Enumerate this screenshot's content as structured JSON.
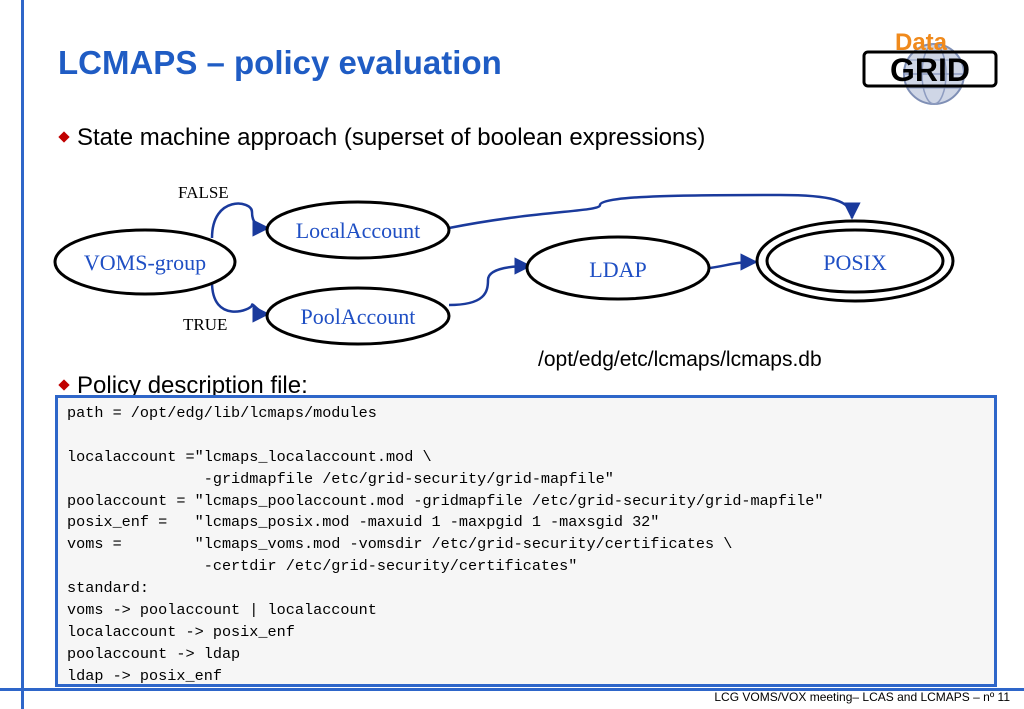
{
  "slide": {
    "title": "LCMAPS – policy evaluation",
    "bullets": [
      "State machine approach (superset of boolean expressions)",
      "Policy description file:"
    ],
    "db_path": "/opt/edg/etc/lcmaps/lcmaps.db",
    "footer": "LCG VOMS/VOX meeting– LCAS and LCMAPS –  nº 11"
  },
  "logo": {
    "top_text": "Data",
    "main_text": "GRID"
  },
  "diagram": {
    "nodes": {
      "voms": "VOMS-group",
      "local": "LocalAccount",
      "pool": "PoolAccount",
      "ldap": "LDAP",
      "posix": "POSIX"
    },
    "labels": {
      "false": "FALSE",
      "true": "TRUE"
    }
  },
  "policy_file": {
    "lines": [
      "path = /opt/edg/lib/lcmaps/modules",
      "",
      "localaccount =\"lcmaps_localaccount.mod \\",
      "               -gridmapfile /etc/grid-security/grid-mapfile\"",
      "poolaccount = \"lcmaps_poolaccount.mod -gridmapfile /etc/grid-security/grid-mapfile\"",
      "posix_enf =   \"lcmaps_posix.mod -maxuid 1 -maxpgid 1 -maxsgid 32\"",
      "voms =        \"lcmaps_voms.mod -vomsdir /etc/grid-security/certificates \\",
      "               -certdir /etc/grid-security/certificates\"",
      "standard:",
      "voms -> poolaccount | localaccount",
      "localaccount -> posix_enf",
      "poolaccount -> ldap",
      "ldap -> posix_enf"
    ]
  },
  "colors": {
    "accent": "#1f5cc4",
    "rule": "#2e66c9",
    "arrow": "#1a3a9c",
    "bullet": "#c00000",
    "logo_orange": "#f08a1c"
  }
}
